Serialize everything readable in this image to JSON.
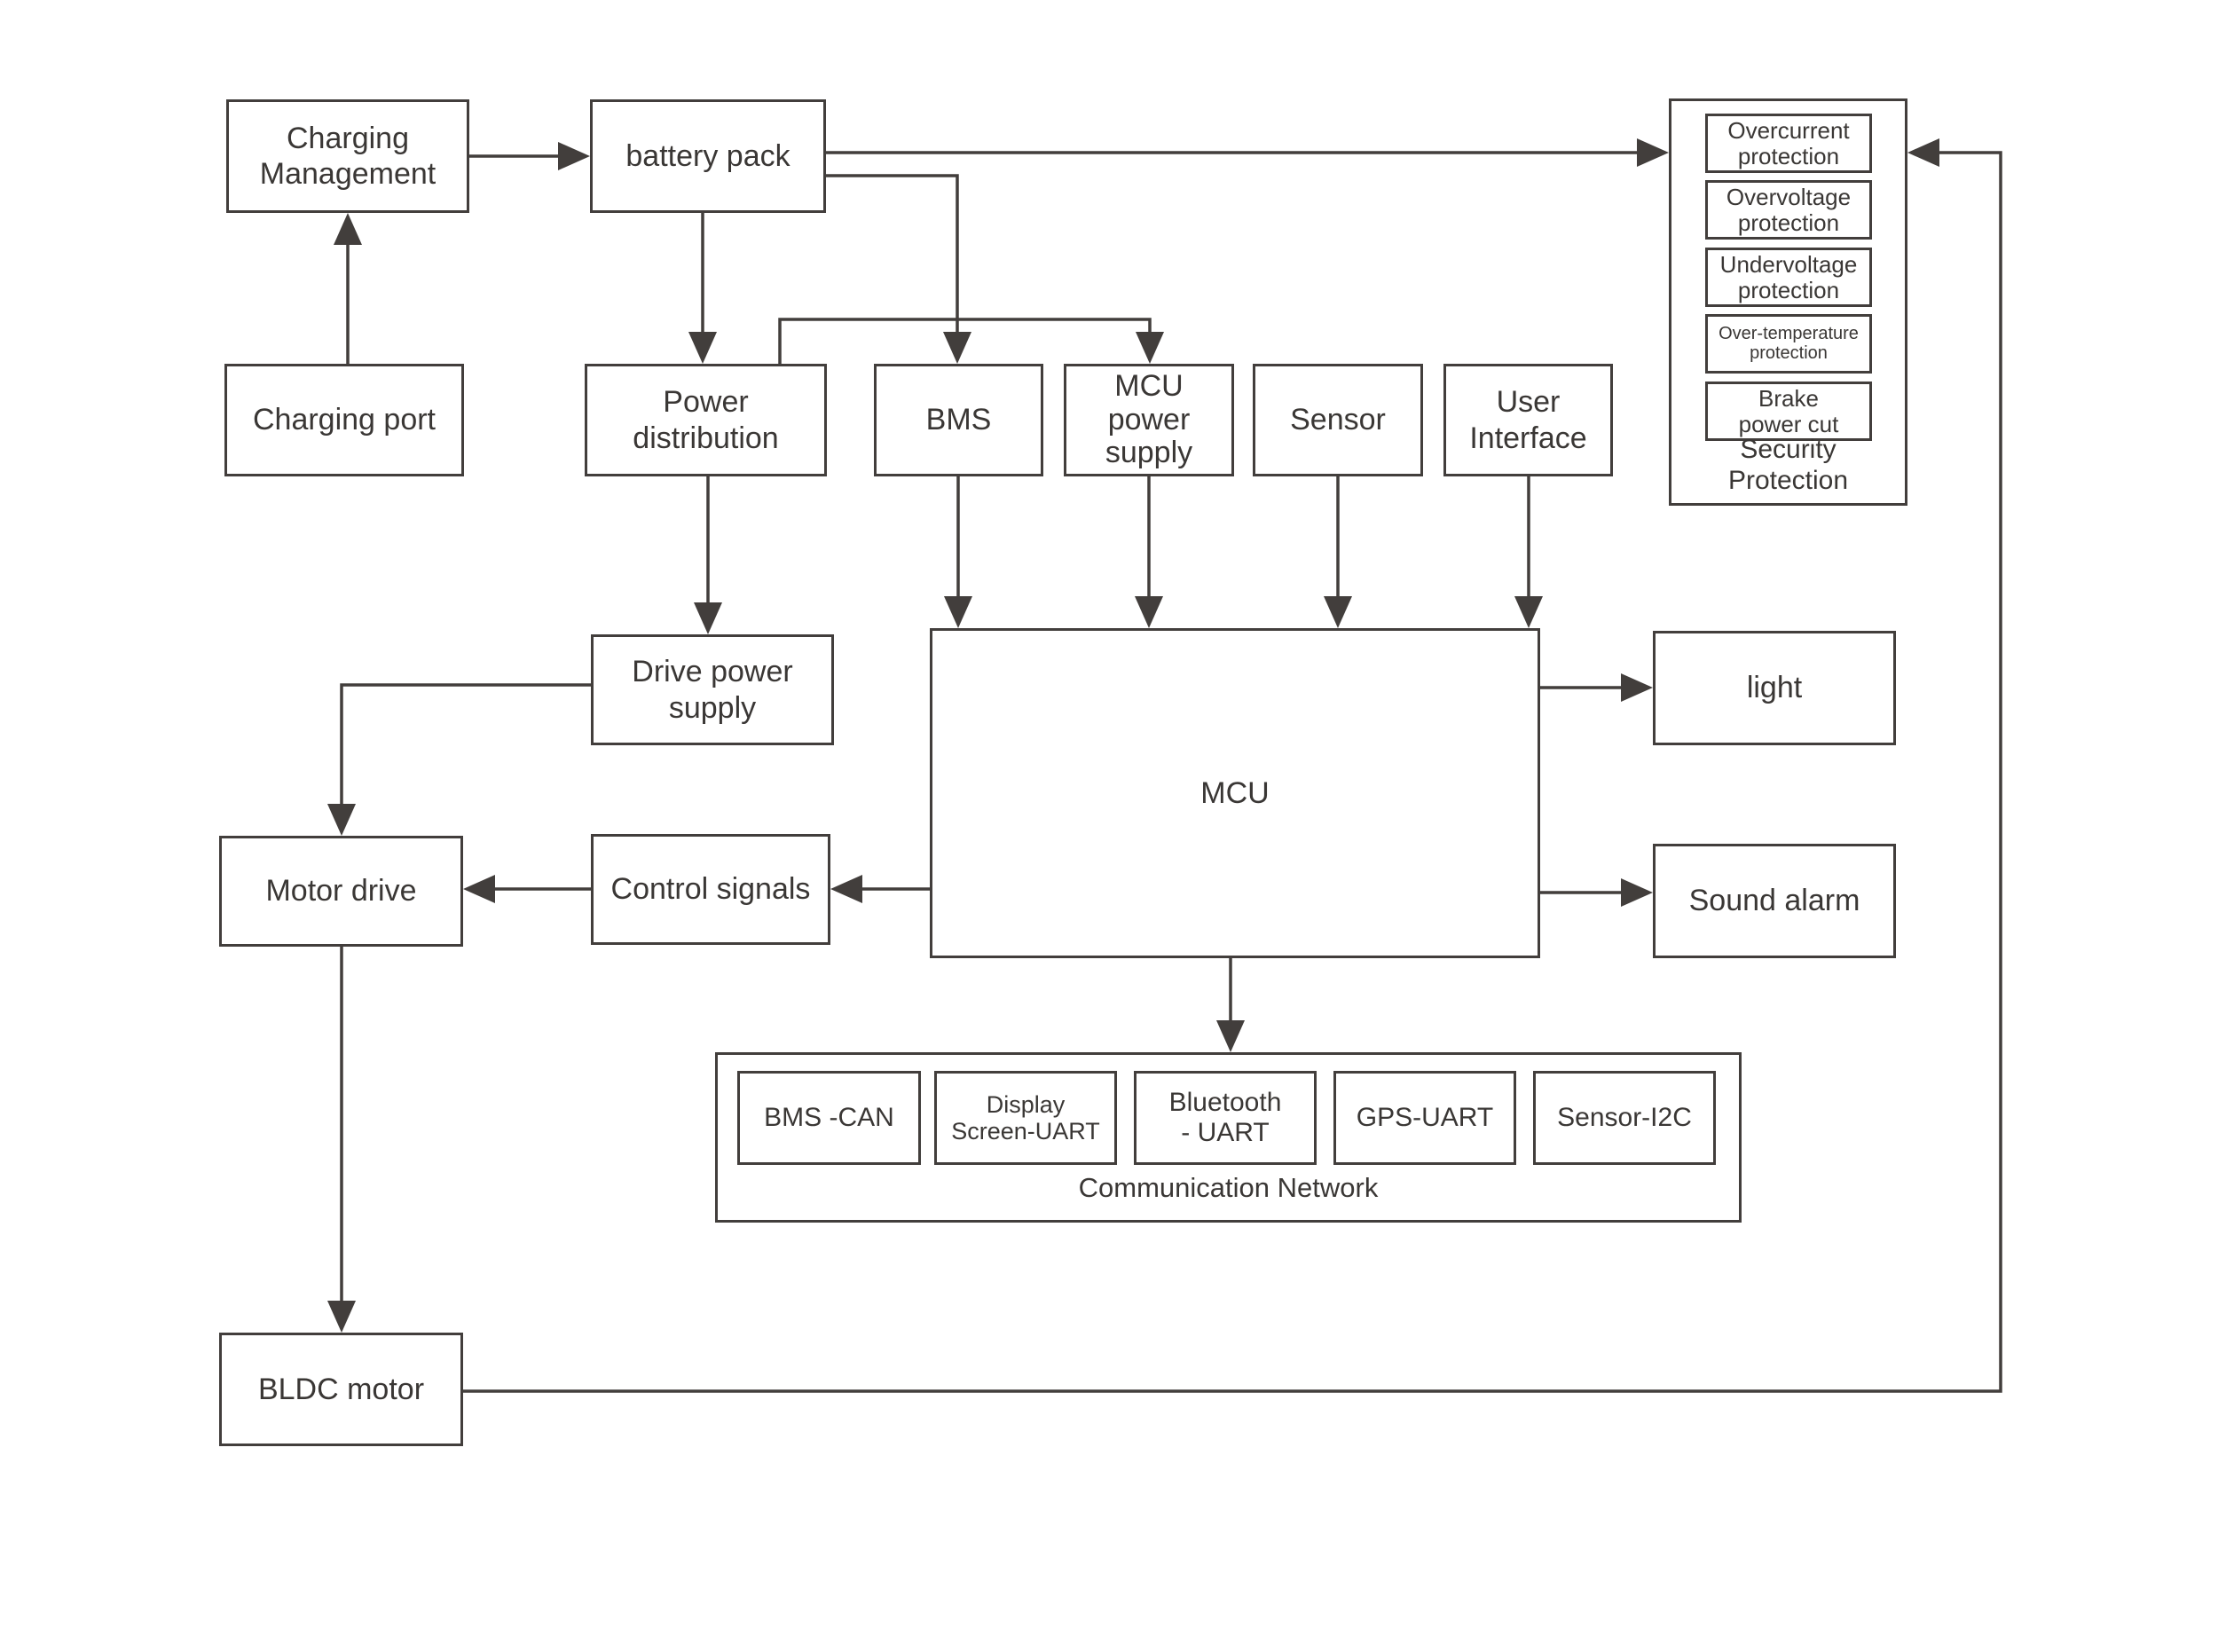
{
  "colors": {
    "line": "#423e3c",
    "text": "#3a3735",
    "background": "#ffffff"
  },
  "nodes": {
    "charging_management": {
      "label": "Charging\nManagement"
    },
    "battery_pack": {
      "label": "battery pack"
    },
    "charging_port": {
      "label": "Charging port"
    },
    "power_distribution": {
      "label": "Power\ndistribution"
    },
    "bms": {
      "label": "BMS"
    },
    "mcu_power_supply": {
      "label": "MCU\npower\nsupply"
    },
    "sensor": {
      "label": "Sensor"
    },
    "user_interface": {
      "label": "User\nInterface"
    },
    "drive_power_supply": {
      "label": "Drive power\nsupply"
    },
    "mcu": {
      "label": "MCU"
    },
    "light": {
      "label": "light"
    },
    "motor_drive": {
      "label": "Motor drive"
    },
    "control_signals": {
      "label": "Control signals"
    },
    "sound_alarm": {
      "label": "Sound alarm"
    },
    "bldc_motor": {
      "label": "BLDC motor"
    }
  },
  "security_protection": {
    "label": "Security\nProtection",
    "items": [
      "Overcurrent\nprotection",
      "Overvoltage\nprotection",
      "Undervoltage\nprotection",
      "Over-temperature\nprotection",
      "Brake\npower cut"
    ]
  },
  "communication_network": {
    "label": "Communication Network",
    "items": [
      "BMS -CAN",
      "Display\nScreen-UART",
      "Bluetooth\n- UART",
      "GPS-UART",
      "Sensor-I2C"
    ]
  }
}
